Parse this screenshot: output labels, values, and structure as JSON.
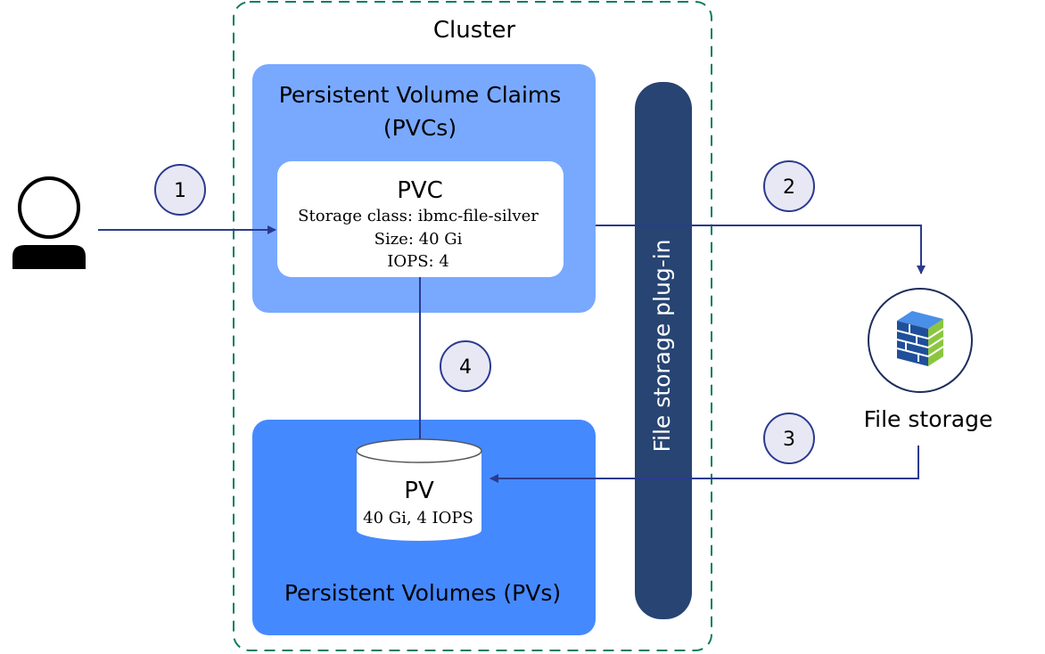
{
  "cluster": {
    "label": "Cluster"
  },
  "pvcs": {
    "title_line1": "Persistent Volume Claims",
    "title_line2": "(PVCs)",
    "card": {
      "title": "PVC",
      "storage_class": "Storage class: ibmc-file-silver",
      "size": "Size: 40 Gi",
      "iops": "IOPS: 4"
    }
  },
  "pvs": {
    "title": "Persistent Volumes (PVs)",
    "volume": {
      "title": "PV",
      "detail": "40 Gi, 4 IOPS"
    }
  },
  "plugin": {
    "label": "File storage plug-in"
  },
  "file_storage": {
    "label": "File storage"
  },
  "steps": {
    "s1": "1",
    "s2": "2",
    "s3": "3",
    "s4": "4"
  },
  "colors": {
    "cluster_border": "#0E7C61",
    "pvc_box": "#78A9FF",
    "pv_box": "#4589FF",
    "plugin_bar": "#274472",
    "arrow": "#2B3A8F",
    "step_fill": "#E8E8F5",
    "user": "#000000",
    "storage_icon_blue": "#4A8FE8",
    "storage_icon_green": "#8CC63F"
  },
  "icons": {
    "user": "user-icon",
    "storage": "file-storage-icon"
  }
}
